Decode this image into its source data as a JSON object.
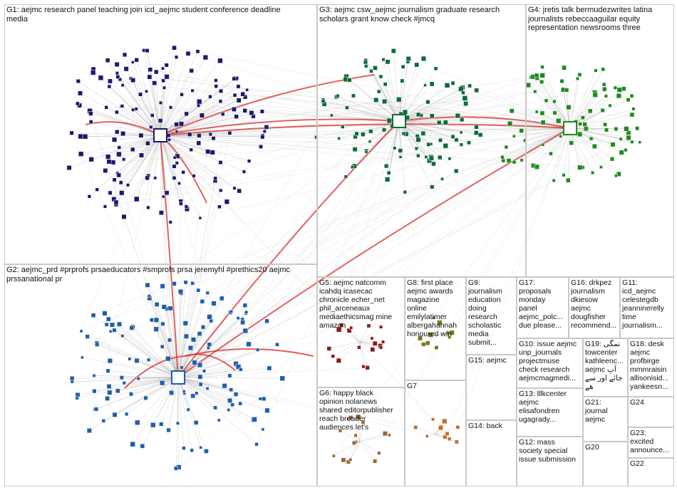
{
  "groups": [
    {
      "id": "G1",
      "label": "G1: aejmc research panel teaching join icd_aejmc student conference deadline\nmedia",
      "color": "#1a1a6e"
    },
    {
      "id": "G2",
      "label": "G2: aejmc_prd #prprofs prsaeducators #smprofs prsa jeremyhl #prethics20 aejmc\nprssanational pr",
      "color": "#1f5fa8"
    },
    {
      "id": "G3",
      "label": "G3: aejmc csw_aejmc journalism graduate research\nscholars grant know check #jmcq",
      "color": "#0f6b3a"
    },
    {
      "id": "G4",
      "label": "G4: jretis talk bermudezwrites latina\njournalists rebeccaaguilar equity\nrepresentation newsrooms three",
      "color": "#1f8a1f"
    },
    {
      "id": "G5",
      "label": "G5: aejmc natcomm\nicahdq icasecac\nchronicle echer_net\nphil_arceneaux\nmediaethicsmag mine\namazon",
      "color": "#8a1a1a"
    },
    {
      "id": "G6",
      "label": "G6: happy black\nopinion nolanews\nshared editorpublisher\nreach broader\naudiences let's",
      "color": "#a0622a"
    },
    {
      "id": "G7",
      "label": "G7",
      "color": "#c07030"
    },
    {
      "id": "G8",
      "label": "G8: first place\naejmc awards\nmagazine\nonline\nemilylatimer\nalbergahannah\nhonoured win",
      "color": "#7a7a1a"
    },
    {
      "id": "G9",
      "label": "G9:\njournalism\neducation\ndoing\nresearch\nscholastic\nmedia\nsubmit...",
      "color": "#5a2a7a"
    },
    {
      "id": "G10",
      "label": "G10: issue aejmc\nunp_journals\nprojectmuse\ncheck research\naejmcmagmedi...",
      "color": "#333333"
    },
    {
      "id": "G11",
      "label": "G11:\nicd_aejmc\ncelestegdb\njeanninerelly\ntime\njournalism...",
      "color": "#333333"
    },
    {
      "id": "G12",
      "label": "G12: mass\nsociety special\nissue submission",
      "color": "#333333"
    },
    {
      "id": "G13",
      "label": "G13: lllkcenter\naejmc\nelisafondren\nugagrady...",
      "color": "#333333"
    },
    {
      "id": "G14",
      "label": "G14: back",
      "color": "#333333"
    },
    {
      "id": "G15",
      "label": "G15: aejmc",
      "color": "#333333"
    },
    {
      "id": "G16",
      "label": "G16: drkpez\njournalism\ndkiesow\naejmc\ndougfisher\nrecommend...",
      "color": "#333333"
    },
    {
      "id": "G17",
      "label": "G17:\nproposals\nmonday\npanel\naejmc_polc...\ndue please...",
      "color": "#333333"
    },
    {
      "id": "G18",
      "label": "G18: desk\naejmc\nprofbirge\nmmmraisin\nallisonisid...\nyankeesn...",
      "color": "#333333"
    },
    {
      "id": "G19",
      "label": "G19: نمگی\ntowcenter\nkathleenc...\naejmc آپ\nجائے اور سے\nهے",
      "color": "#333333"
    },
    {
      "id": "G20",
      "label": "G20",
      "color": "#333333"
    },
    {
      "id": "G21",
      "label": "G21:\njournal\naejmc",
      "color": "#333333"
    },
    {
      "id": "G22",
      "label": "G22",
      "color": "#333333"
    },
    {
      "id": "G23",
      "label": "G23:\nexcited\nannounce...",
      "color": "#333333"
    },
    {
      "id": "G24",
      "label": "G24",
      "color": "#333333"
    }
  ],
  "colors": {
    "panel_border": "#c8c8c8",
    "edge_gray": "#9a9a9a",
    "edge_red": "#d62020",
    "edge_pink": "#e07a7a"
  }
}
